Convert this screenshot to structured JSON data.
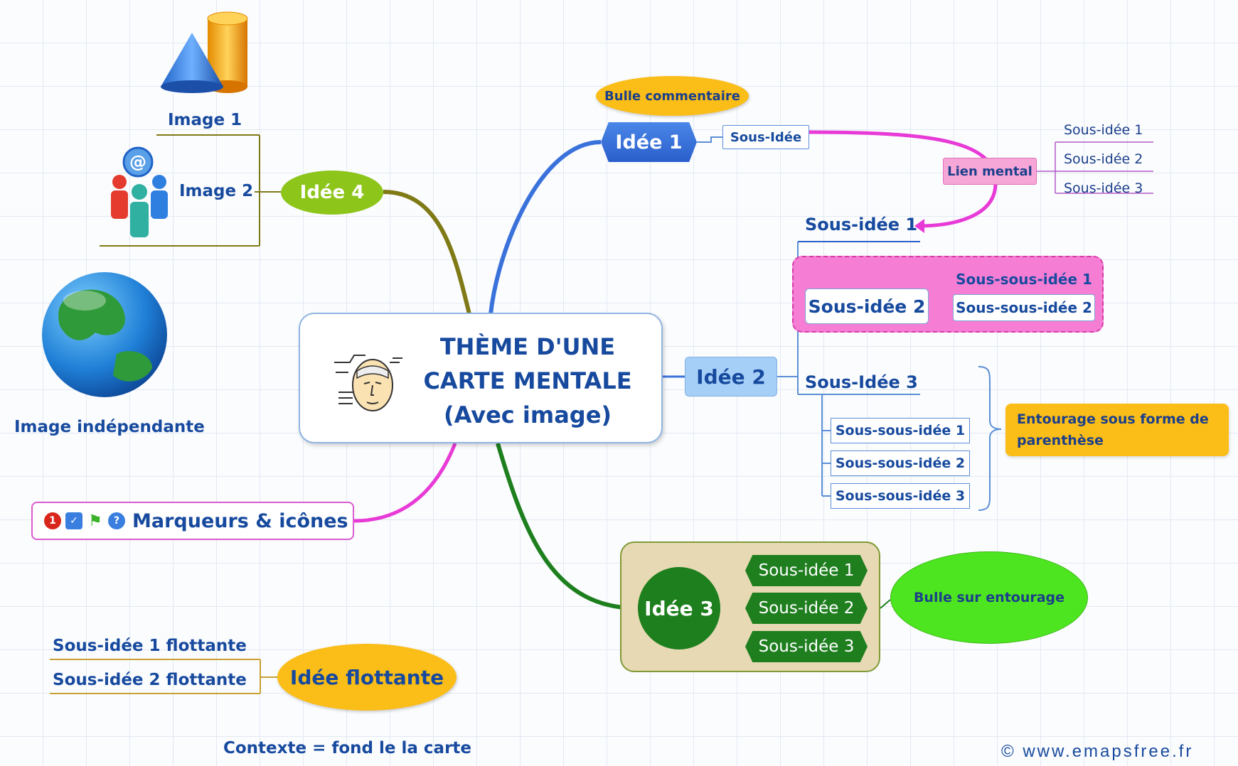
{
  "central": {
    "line1": "THÈME D'UNE",
    "line2": "CARTE MENTALE",
    "line3": "(Avec image)"
  },
  "idea1": {
    "label": "Idée 1",
    "comment": "Bulle commentaire",
    "sub": "Sous-Idée",
    "mental_link": "Lien mental",
    "mental_subs": [
      "Sous-idée 1",
      "Sous-idée 2",
      "Sous-idée 3"
    ]
  },
  "idea2": {
    "label": "Idée 2",
    "sub1": "Sous-idée 1",
    "sub2": "Sous-idée 2",
    "sub2_children": [
      "Sous-sous-idée 1",
      "Sous-sous-idée 2"
    ],
    "sub3": "Sous-Idée 3",
    "sub3_children": [
      "Sous-sous-idée 1",
      "Sous-sous-idée 2",
      "Sous-sous-idée 3"
    ],
    "bracket_label_line1": "Entourage sous forme de",
    "bracket_label_line2": "parenthèse"
  },
  "idea3": {
    "label": "Idée 3",
    "subs": [
      "Sous-idée 1",
      "Sous-idée 2",
      "Sous-idée 3"
    ],
    "bubble": "Bulle sur entourage"
  },
  "idea4": {
    "label": "Idée 4",
    "image1": "Image 1",
    "image2": "Image 2"
  },
  "independent_image": "Image indépendante",
  "markers": {
    "label": "Marqueurs & icônes",
    "number_marker": "1"
  },
  "floating": {
    "label": "Idée flottante",
    "subs": [
      "Sous-idée 1 flottante",
      "Sous-idée 2 flottante"
    ]
  },
  "context": "Contexte = fond le la carte",
  "copyright": "© www.emapsfree.fr",
  "icons": [
    "shapes-icon",
    "people-email-icon",
    "globe-icon",
    "head-icon",
    "number-marker-icon",
    "checkbox-icon",
    "flag-icon",
    "help-icon"
  ],
  "colors": {
    "idea1": "#3a72db",
    "idea2": "#a6cff7",
    "idea3": "#1d7f1d",
    "idea4": "#8ec51b",
    "comment": "#fbbd17",
    "mental_link": "#e83ad6",
    "markers_link": "#e83ad6"
  }
}
